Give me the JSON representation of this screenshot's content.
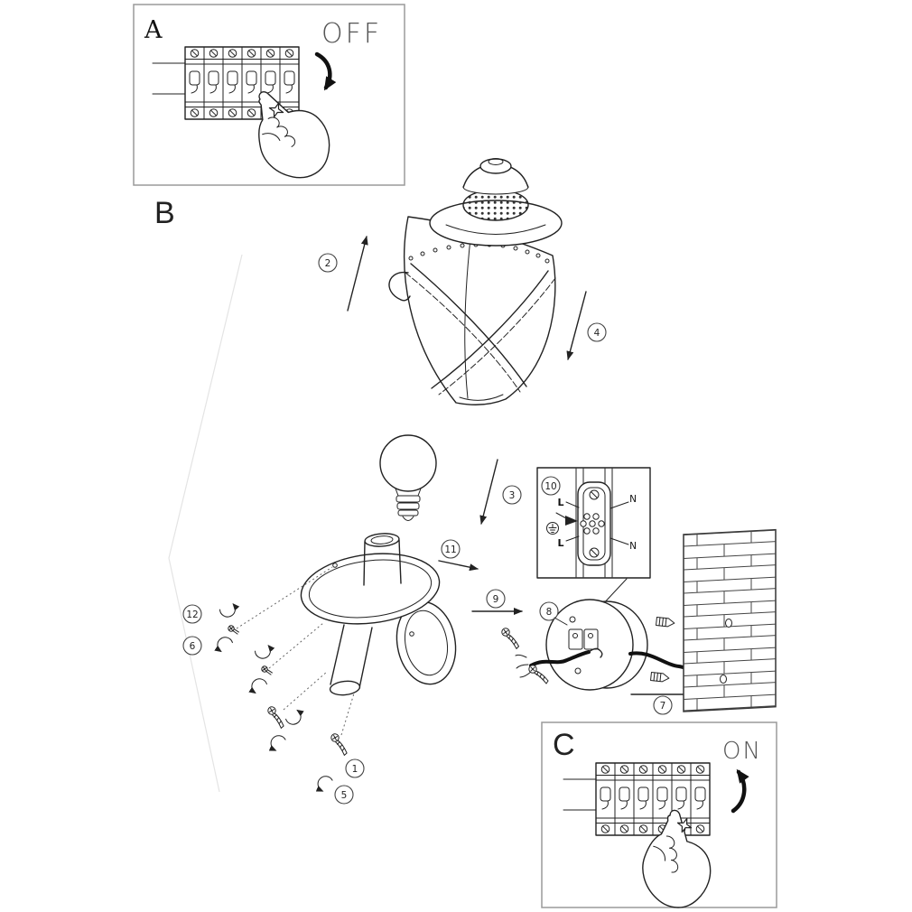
{
  "panel_a": {
    "label": "A",
    "state": "OFF"
  },
  "label_b": "B",
  "panel_c": {
    "label": "C",
    "state": "ON"
  },
  "steps": {
    "1": "1",
    "2": "2",
    "3": "3",
    "4": "4",
    "5": "5",
    "6": "6",
    "7": "7",
    "8": "8",
    "9": "9",
    "10": "10",
    "11": "11",
    "12": "12"
  },
  "wiring": {
    "l_top": "L",
    "l_bottom": "L",
    "n_top": "N",
    "n_bottom": "N"
  },
  "colors": {
    "ink": "#222222",
    "panel_border": "#9a9a9a"
  }
}
